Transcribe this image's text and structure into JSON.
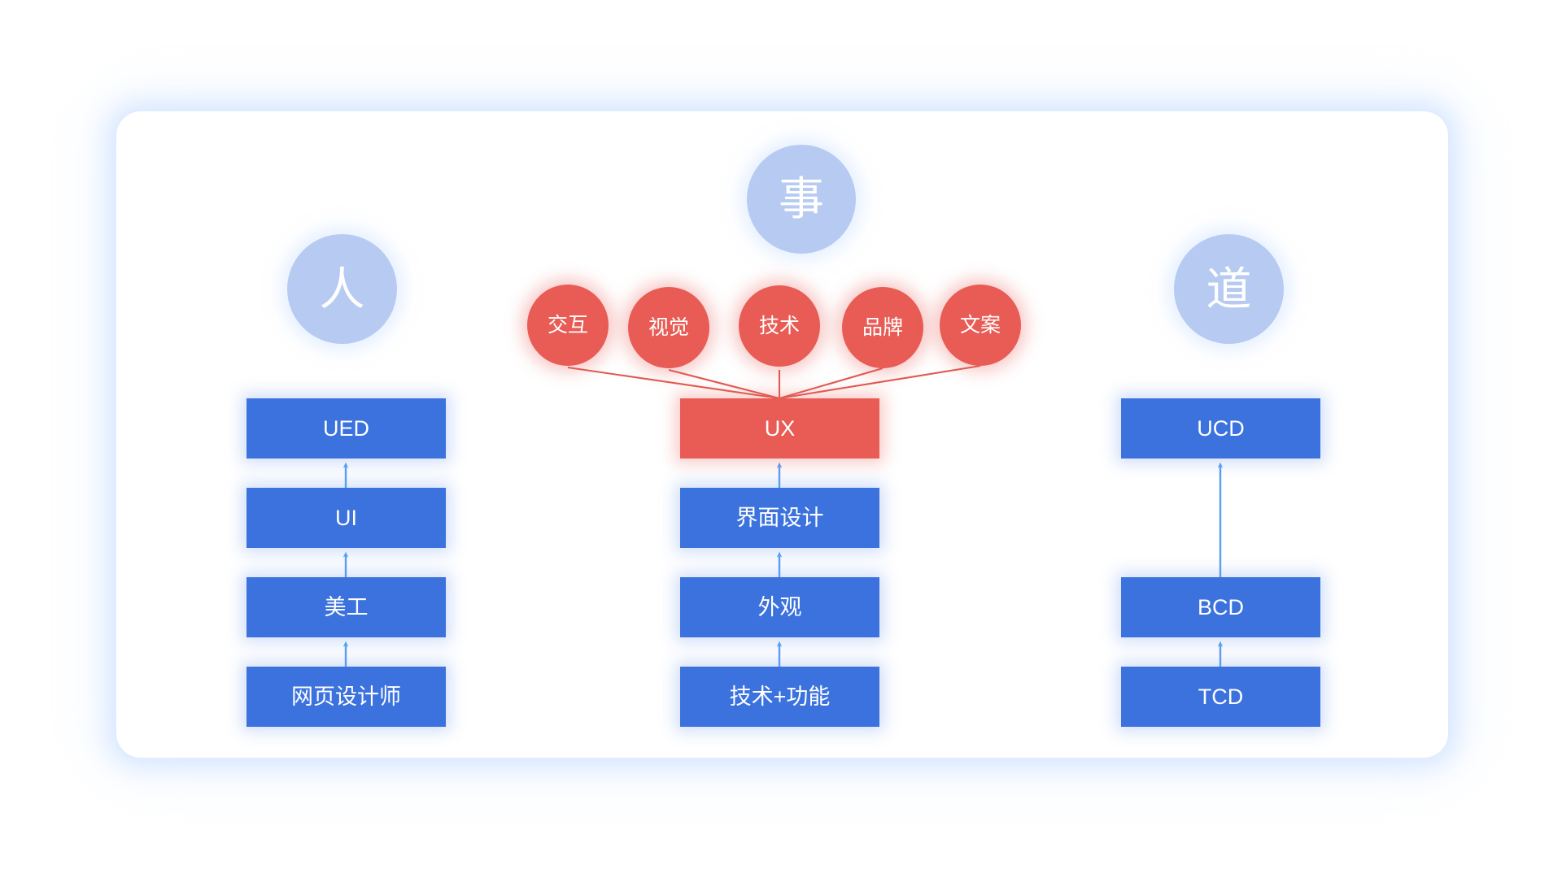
{
  "diagram": {
    "title": "UED / UX / UCD role evolution diagram",
    "colors": {
      "blue_node": "#3c72de",
      "red_node": "#e85c55",
      "pale_circle": "#b7cbf2",
      "arrow_blue": "#57a0f5",
      "line_red": "#e05a52",
      "card_background": "#ffffff",
      "page_background": "#ffffff"
    },
    "pale_circles": [
      {
        "id": "ren",
        "label": "人"
      },
      {
        "id": "shi",
        "label": "事"
      },
      {
        "id": "dao",
        "label": "道"
      }
    ],
    "red_circles": [
      {
        "id": "jiaohu",
        "label": "交互"
      },
      {
        "id": "shijue",
        "label": "视觉"
      },
      {
        "id": "jishu",
        "label": "技术"
      },
      {
        "id": "pinpai",
        "label": "品牌"
      },
      {
        "id": "wenan",
        "label": "文案"
      }
    ],
    "columns": [
      {
        "id": "left",
        "header_circle": "人",
        "nodes": [
          {
            "id": "ued",
            "label": "UED",
            "color": "blue"
          },
          {
            "id": "ui",
            "label": "UI",
            "color": "blue"
          },
          {
            "id": "meigong",
            "label": "美工",
            "color": "blue"
          },
          {
            "id": "wangye-sheji",
            "label": "网页设计师",
            "color": "blue"
          }
        ]
      },
      {
        "id": "middle",
        "header_circle": "事",
        "nodes": [
          {
            "id": "ux",
            "label": "UX",
            "color": "red"
          },
          {
            "id": "jiemian-sheji",
            "label": "界面设计",
            "color": "blue"
          },
          {
            "id": "waiguan",
            "label": "外观",
            "color": "blue"
          },
          {
            "id": "jishu-gongneng",
            "label": "技术+功能",
            "color": "blue"
          }
        ]
      },
      {
        "id": "right",
        "header_circle": "道",
        "nodes": [
          {
            "id": "ucd",
            "label": "UCD",
            "color": "blue"
          },
          {
            "id": "bcd",
            "label": "BCD",
            "color": "blue"
          },
          {
            "id": "tcd",
            "label": "TCD",
            "color": "blue"
          }
        ]
      }
    ]
  }
}
